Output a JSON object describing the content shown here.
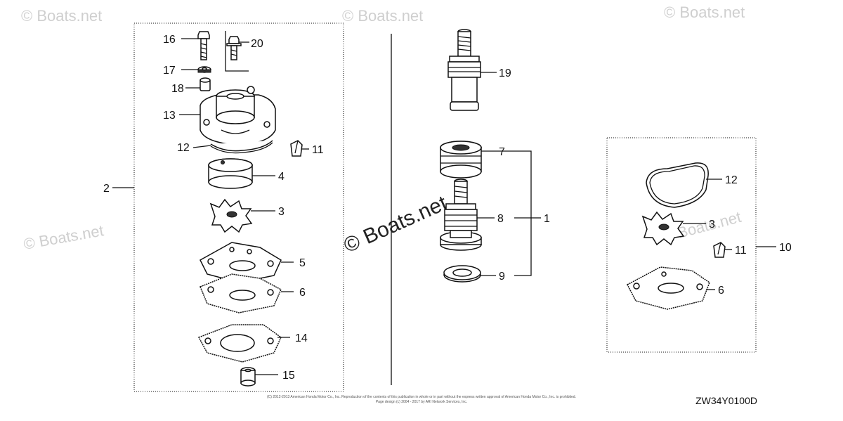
{
  "watermarks": {
    "top_left": "© Boats.net",
    "top_center": "© Boats.net",
    "top_right": "© Boats.net",
    "mid_left": "© Boats.net",
    "center": "© Boats.net",
    "right": "© Boats.net"
  },
  "callouts": {
    "n1": "1",
    "n2": "2",
    "n3a": "3",
    "n3b": "3",
    "n4": "4",
    "n5": "5",
    "n6a": "6",
    "n6b": "6",
    "n7": "7",
    "n8": "8",
    "n9": "9",
    "n10": "10",
    "n11a": "11",
    "n11b": "11",
    "n12a": "12",
    "n12b": "12",
    "n13": "13",
    "n14": "14",
    "n15": "15",
    "n16": "16",
    "n17": "17",
    "n18": "18",
    "n19": "19",
    "n20": "20"
  },
  "footer": {
    "copyright_line1": "(C) 2012-2013 American Honda Motor Co., Inc. Reproduction of the contents of this publication in whole or in part without the express written approval of American Honda Motor Co., Inc. is prohibited.",
    "copyright_line2": "Page design (c) 2004 - 2017 by ARI Network Services, Inc.",
    "diagram_code": "ZW34Y0100D"
  }
}
